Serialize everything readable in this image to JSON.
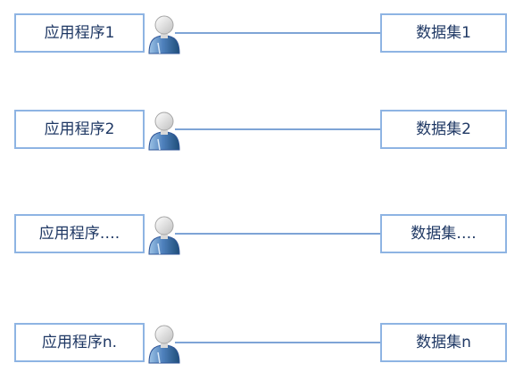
{
  "colors": {
    "box_border": "#8eb4e3",
    "box_text": "#1f3864",
    "connector": "#7ea4d6",
    "user_body": "#4f81bd",
    "user_head": "#e3e3e3"
  },
  "icons": {
    "user": "user-icon"
  },
  "rows": [
    {
      "app_label": "应用程序1",
      "dataset_label": "数据集1"
    },
    {
      "app_label": "应用程序2",
      "dataset_label": "数据集2"
    },
    {
      "app_label": "应用程序….",
      "dataset_label": "数据集…."
    },
    {
      "app_label": "应用程序n.",
      "dataset_label": "数据集n"
    }
  ]
}
